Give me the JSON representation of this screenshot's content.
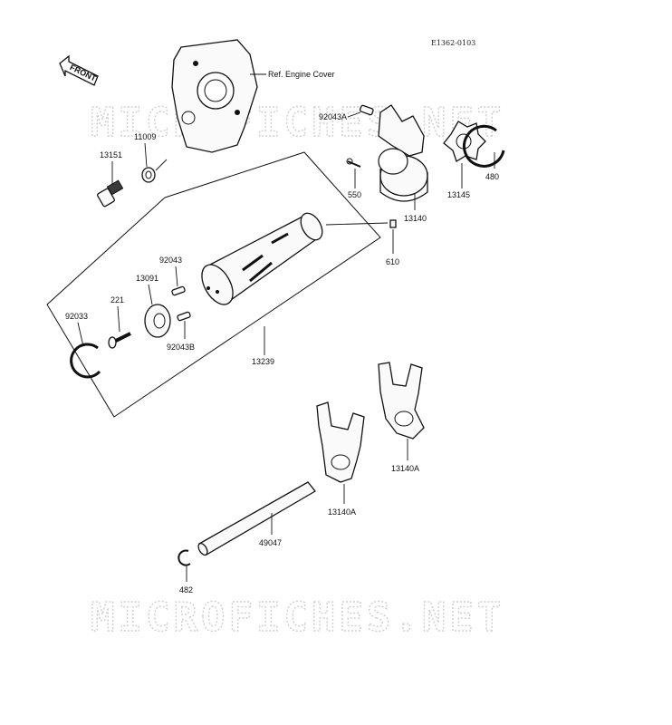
{
  "figure_code": "E1362-0103",
  "front_label": "FRONT",
  "watermark": "MICROFICHES.NET",
  "labels": {
    "ref_engine_cover": "Ref. Engine Cover",
    "p11009": "11009",
    "p13151": "13151",
    "p92043A": "92043A",
    "p550": "550",
    "p13140": "13140",
    "p13145": "13145",
    "p480": "480",
    "p610": "610",
    "p92043": "92043",
    "p13091": "13091",
    "p221": "221",
    "p92033": "92033",
    "p92043B": "92043B",
    "p13239": "13239",
    "p13140A_right": "13140A",
    "p13140A_left": "13140A",
    "p49047": "49047",
    "p482": "482"
  }
}
